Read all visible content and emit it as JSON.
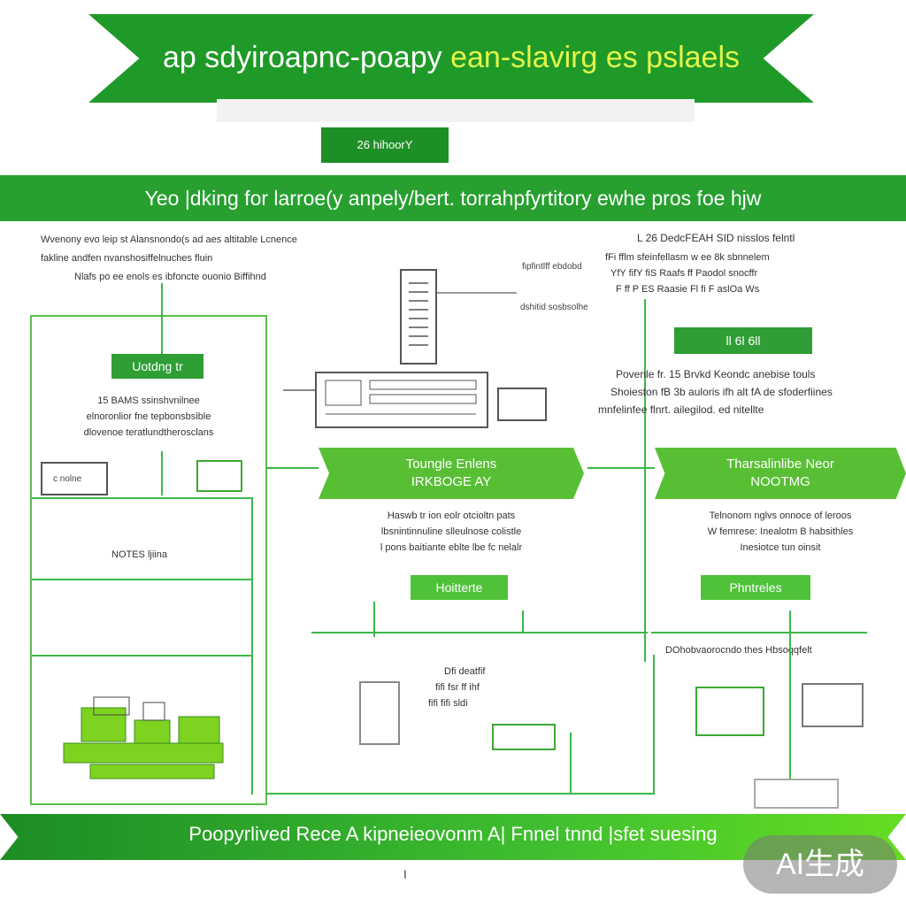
{
  "header": {
    "title_main": "ap sdyiroapnc-poapy",
    "title_highlight": "ean-slavirg es pslaels",
    "tag": "26 hihoorY",
    "banner": "Yeo |dking for larroe(y anpely/bert. torrahpfyrtitory ewhe pros foe hjw",
    "accent_color": "#27a030",
    "highlight_color": "#e3f54a"
  },
  "top_left_note": {
    "line1": "Wvenony evo leip st Alansnondo(s ad aes altitable Lcnence",
    "line2": "fakline andfen nvanshosiffelnuches fluin",
    "line3": "Nlafs po ee enols es ibfoncte ouonio Biffihnd"
  },
  "top_right_note": {
    "line1": "L 26 DedcFEAH SID nisslos felntl",
    "line2": "fFi fflm sfeinfellasm w ee 8k sbnnelem",
    "line3": "YfY fifY fiS Raafs ff Paodol snocffr",
    "line4": "F ff P ES Raasie Fl fi F aslOa Ws"
  },
  "mid_label": "dshitid sosbsolhe",
  "mid_label2": "fipfintlff ebdobd",
  "left_column": {
    "pill": "Uotdng tr",
    "text1": "15 BAMS ssinshvnilnee",
    "text2": "elnoronlior fne tepbonsbsible",
    "text3": "dlovenoe teratlundtherosclans",
    "box_label": "c nolne",
    "notes_label": "NOTES ljiina"
  },
  "right_column": {
    "pill": "ll 6l 6ll",
    "text1": "Povenle fr. 15 Brvkd Keondc anebise touls",
    "text2": "Shoieston fB 3b auloris ifh alt fA de sfoderfiines",
    "text3": "mnfelinfee flnrt. ailegilod. ed nitellte"
  },
  "center_chevron": {
    "line1": "Toungle Enlens",
    "line2": "IRKBOGE  AY",
    "text1": "Haswb tr ion eolr otcioltn pats",
    "text2": "lbsnintinnuline slleulnose colistle",
    "text3": "l pons baitiante eblte lbe fc nelalr",
    "pill": "Hoitterte"
  },
  "right_chevron": {
    "line1": "Tharsalinlibe Neor",
    "line2": "NOOTMG",
    "text1": "Telnonom nglvs onnoce of leroos",
    "text2": "W femrese: Inealotm B habsithles",
    "text3": "Inesiotce tun oinsit",
    "pill": "Phntreles",
    "bottom_note": "DOhobvaorocndo thes Hbsoqqfelt"
  },
  "center_bottom_note": {
    "line1": "Dfi deatfif",
    "line2": "fifi fsr ff ihf",
    "line3": "fifi fifi sldi"
  },
  "footer": {
    "text": "Poopyrlived  Rece  A  kipneieovonm A|  Fnnel  tnnd  |sfet  suesing",
    "marker": "I"
  },
  "watermark": "AI生成"
}
